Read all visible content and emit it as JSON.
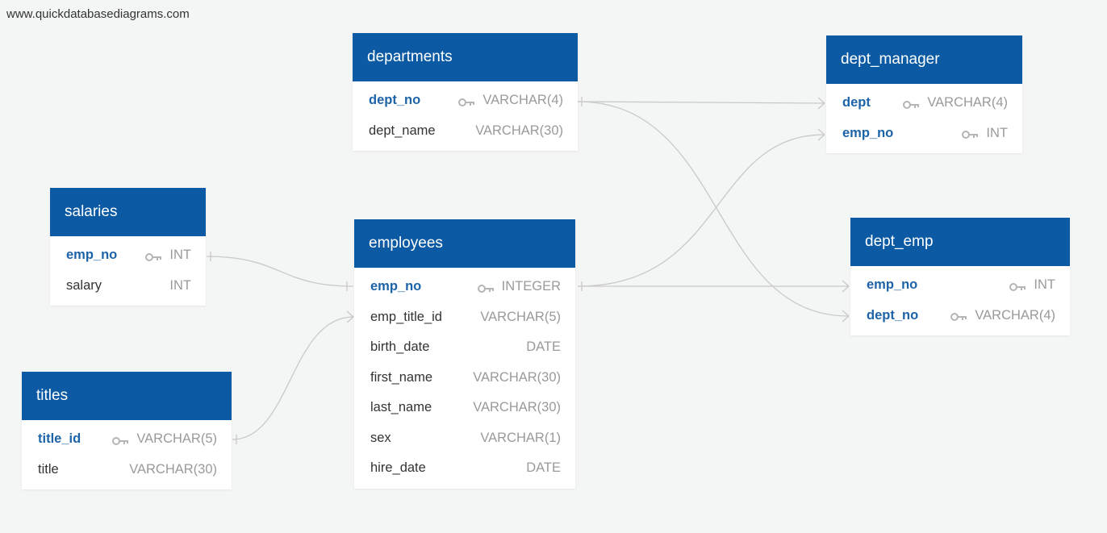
{
  "watermark": "www.quickdatabasediagrams.com",
  "colors": {
    "header": "#0b5aa3",
    "pk_text": "#1d63a8",
    "type_text": "#9a9a9a",
    "link": "#c9c9c9"
  },
  "tables": {
    "departments": {
      "name": "departments",
      "fields": [
        {
          "name": "dept_no",
          "type": "VARCHAR(4)",
          "key": true,
          "bold": true
        },
        {
          "name": "dept_name",
          "type": "VARCHAR(30)",
          "key": false,
          "bold": false
        }
      ]
    },
    "dept_manager": {
      "name": "dept_manager",
      "fields": [
        {
          "name": "dept",
          "type": "VARCHAR(4)",
          "key": true,
          "bold": true
        },
        {
          "name": "emp_no",
          "type": "INT",
          "key": true,
          "bold": true
        }
      ]
    },
    "salaries": {
      "name": "salaries",
      "fields": [
        {
          "name": "emp_no",
          "type": "INT",
          "key": true,
          "bold": true
        },
        {
          "name": "salary",
          "type": "INT",
          "key": false,
          "bold": false
        }
      ]
    },
    "employees": {
      "name": "employees",
      "fields": [
        {
          "name": "emp_no",
          "type": "INTEGER",
          "key": true,
          "bold": true
        },
        {
          "name": "emp_title_id",
          "type": "VARCHAR(5)",
          "key": false,
          "bold": false
        },
        {
          "name": "birth_date",
          "type": "DATE",
          "key": false,
          "bold": false
        },
        {
          "name": "first_name",
          "type": "VARCHAR(30)",
          "key": false,
          "bold": false
        },
        {
          "name": "last_name",
          "type": "VARCHAR(30)",
          "key": false,
          "bold": false
        },
        {
          "name": "sex",
          "type": "VARCHAR(1)",
          "key": false,
          "bold": false
        },
        {
          "name": "hire_date",
          "type": "DATE",
          "key": false,
          "bold": false
        }
      ]
    },
    "dept_emp": {
      "name": "dept_emp",
      "fields": [
        {
          "name": "emp_no",
          "type": "INT",
          "key": true,
          "bold": true
        },
        {
          "name": "dept_no",
          "type": "VARCHAR(4)",
          "key": true,
          "bold": true
        }
      ]
    },
    "titles": {
      "name": "titles",
      "fields": [
        {
          "name": "title_id",
          "type": "VARCHAR(5)",
          "key": true,
          "bold": true
        },
        {
          "name": "title",
          "type": "VARCHAR(30)",
          "key": false,
          "bold": false
        }
      ]
    }
  }
}
